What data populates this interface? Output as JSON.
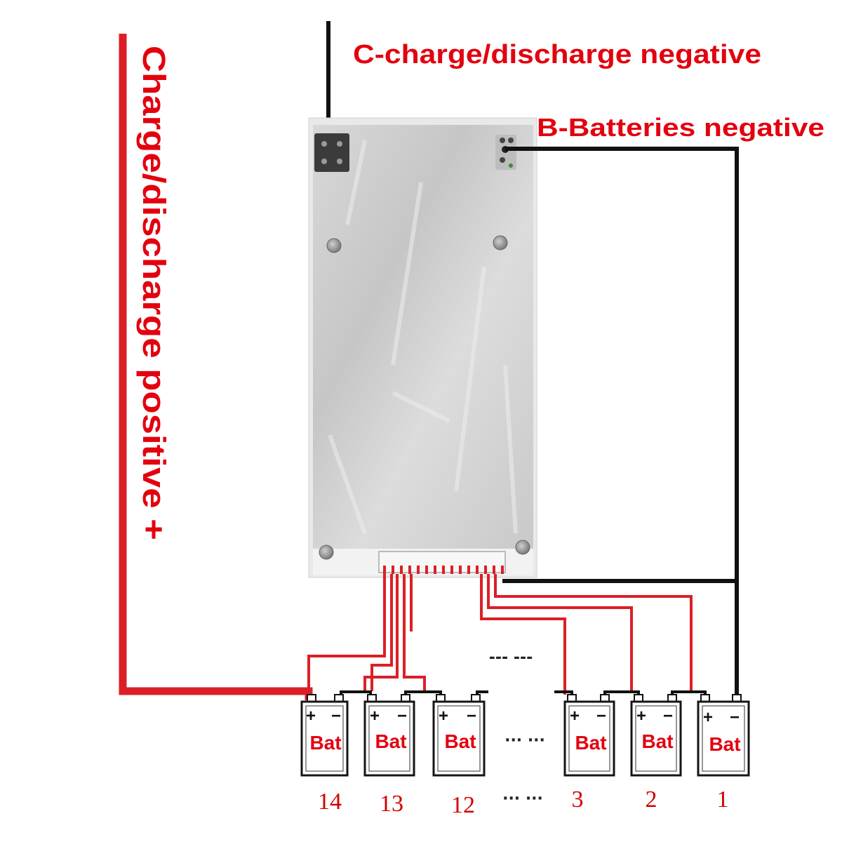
{
  "labels": {
    "positive": "Charge/discharge positive +",
    "c_negative": "C-charge/discharge negative",
    "b_negative": "B-Batteries negative"
  },
  "batteries": [
    {
      "number": "14",
      "label": "Bat",
      "plus": "+",
      "minus": "−"
    },
    {
      "number": "13",
      "label": "Bat",
      "plus": "+",
      "minus": "−"
    },
    {
      "number": "12",
      "label": "Bat",
      "plus": "+",
      "minus": "−"
    },
    {
      "number": "3",
      "label": "Bat",
      "plus": "+",
      "minus": "−"
    },
    {
      "number": "2",
      "label": "Bat",
      "plus": "+",
      "minus": "−"
    },
    {
      "number": "1",
      "label": "Bat",
      "plus": "+",
      "minus": "−"
    }
  ],
  "gap_markers": {
    "wires": "--- ---",
    "cells": "··· ···",
    "numbers": "··· ···"
  },
  "colors": {
    "label_red": "#e3000f",
    "wire_red": "#dc1f26",
    "wire_black": "#111111",
    "board_silver": "#d2d2d2"
  }
}
